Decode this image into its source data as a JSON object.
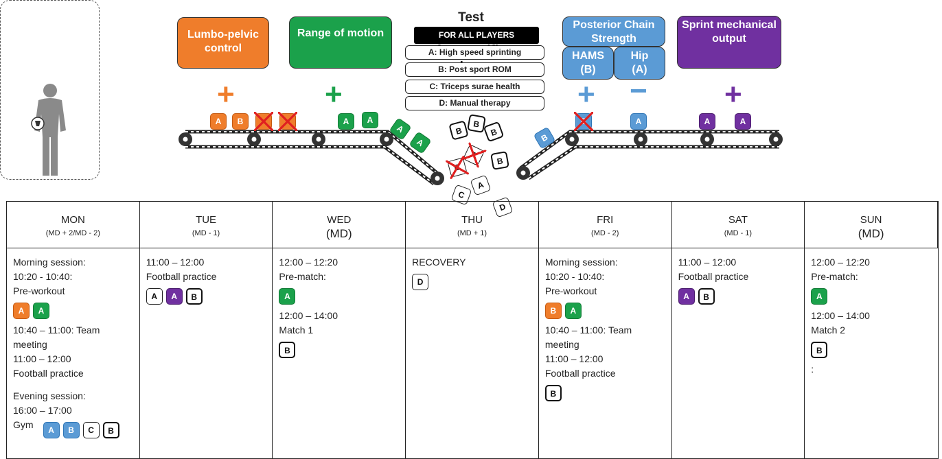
{
  "player_card": {
    "title_lines": [
      "Test",
      "outcome",
      "for specific",
      "player"
    ]
  },
  "categories": {
    "lumbo": {
      "label": "Lumbo-pelvic control",
      "color": "#ef7d2b",
      "sign": "+"
    },
    "rom": {
      "label": "Range of motion",
      "color": "#1ba14b",
      "sign": "+"
    },
    "posterior": {
      "label": "Posterior Chain Strength",
      "color": "#5b9bd5"
    },
    "hams": {
      "label_line1": "HAMS",
      "label_line2": "(B)",
      "sign": "+"
    },
    "hip": {
      "label_line1": "Hip",
      "label_line2": "(A)",
      "sign": "−"
    },
    "sprint": {
      "label": "Sprint mechanical output",
      "color": "#7030a0",
      "sign": "+"
    }
  },
  "for_all_players": {
    "header": "FOR ALL PLAYERS",
    "items": [
      "A: High speed sprinting",
      "B: Post sport ROM",
      "C: Triceps surae health",
      "D: Manual therapy"
    ]
  },
  "conveyor_tiles": {
    "lumbo": [
      "A",
      "B"
    ],
    "rom": [
      "A",
      "A"
    ],
    "ramp_green": [
      "A",
      "A"
    ],
    "hams": [
      "B"
    ],
    "hip": [
      "A"
    ],
    "sprint": [
      "A",
      "A"
    ],
    "ramp_blue": [
      "B"
    ],
    "falling": [
      "B",
      "B",
      "B",
      "A",
      "B",
      "C",
      "A",
      "C",
      "D"
    ]
  },
  "schedule": [
    {
      "day": "MON",
      "md": "(MD + 2/MD - 2)",
      "lines": [
        "Morning session:",
        "10:20  - 10:40:",
        "Pre-workout",
        "",
        "10:40 – 11:00: Team",
        "meeting",
        "11:00 – 12:00",
        "Football practice",
        "Evening session:",
        "16:00 – 17:00",
        "Gym"
      ]
    },
    {
      "day": "TUE",
      "md": "(MD - 1)",
      "lines": [
        "11:00 – 12:00",
        "Football practice"
      ]
    },
    {
      "day": "WED",
      "md": "(MD)",
      "lines": [
        "12:00 – 12:20",
        "Pre-match:",
        "12:00 – 14:00",
        "Match 1"
      ]
    },
    {
      "day": "THU",
      "md": "(MD + 1)",
      "lines": [
        "RECOVERY"
      ]
    },
    {
      "day": "FRI",
      "md": "(MD - 2)",
      "lines": [
        "Morning session:",
        "10:20  - 10:40:",
        "Pre-workout",
        "10:40 – 11:00: Team",
        "meeting",
        "11:00 – 12:00",
        "Football practice"
      ]
    },
    {
      "day": "SAT",
      "md": "(MD - 1)",
      "lines": [
        "11:00 – 12:00",
        "Football practice"
      ]
    },
    {
      "day": "SUN",
      "md": "(MD)",
      "lines": [
        "12:00 – 12:20",
        "Pre-match:",
        "12:00 – 14:00",
        "Match 2",
        ":"
      ]
    }
  ],
  "schedule_tiles": {
    "mon_pre": [
      "A",
      "A"
    ],
    "mon_gym": [
      "A",
      "B",
      "C",
      "B"
    ],
    "tue": [
      "A",
      "A",
      "B"
    ],
    "wed_pre": [
      "A"
    ],
    "wed_match": [
      "B"
    ],
    "thu": [
      "D"
    ],
    "fri_pre": [
      "B",
      "A"
    ],
    "fri_practice": [
      "B"
    ],
    "sat": [
      "A",
      "B"
    ],
    "sun_pre": [
      "A"
    ],
    "sun_match": [
      "B"
    ]
  }
}
